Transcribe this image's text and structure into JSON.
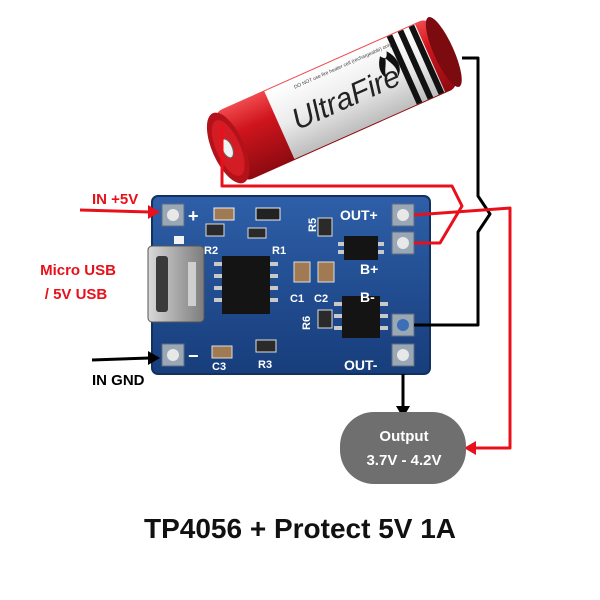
{
  "labels": {
    "in_plus": "IN +5V",
    "in_gnd": "IN GND",
    "micro_usb_line1": "Micro USB",
    "micro_usb_line2": "/ 5V USB",
    "output_line1": "Output",
    "output_line2": "3.7V - 4.2V",
    "title": "TP4056 + Protect 5V 1A"
  },
  "battery": {
    "brand": "UltraFire",
    "small_text": "DO NOT use fire heater cell (rechargeable) only"
  },
  "board": {
    "plus": "+",
    "minus": "−",
    "out_plus": "OUT+",
    "out_minus": "OUT-",
    "b_plus": "B+",
    "b_minus": "B-",
    "r1": "R1",
    "r2": "R2",
    "r3": "R3",
    "r5": "R5",
    "r6": "R6",
    "c1": "C1",
    "c2": "C2",
    "c3": "C3"
  },
  "colors": {
    "wire_red": "#e8101a",
    "wire_black": "#000000",
    "pcb_blue": "#1f4f95",
    "battery_red": "#c8141c",
    "output_bubble": "#6f6f6f"
  }
}
